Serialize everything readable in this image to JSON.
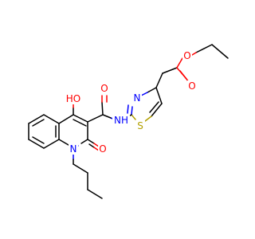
{
  "atoms": [
    {
      "id": "O1",
      "label": "O",
      "color": "#ff0000"
    },
    {
      "id": "O2",
      "label": "O",
      "color": "#ff0000"
    },
    {
      "id": "OH",
      "label": "HO",
      "color": "#ff0000"
    },
    {
      "id": "O3",
      "label": "O",
      "color": "#ff0000"
    },
    {
      "id": "NH",
      "label": "NH",
      "color": "#0000ff"
    },
    {
      "id": "N_thz",
      "label": "N",
      "color": "#0000ff"
    },
    {
      "id": "S",
      "label": "S",
      "color": "#b2a000"
    },
    {
      "id": "O4",
      "label": "O",
      "color": "#ff0000"
    },
    {
      "id": "N_q",
      "label": "N",
      "color": "#0000ff"
    }
  ]
}
